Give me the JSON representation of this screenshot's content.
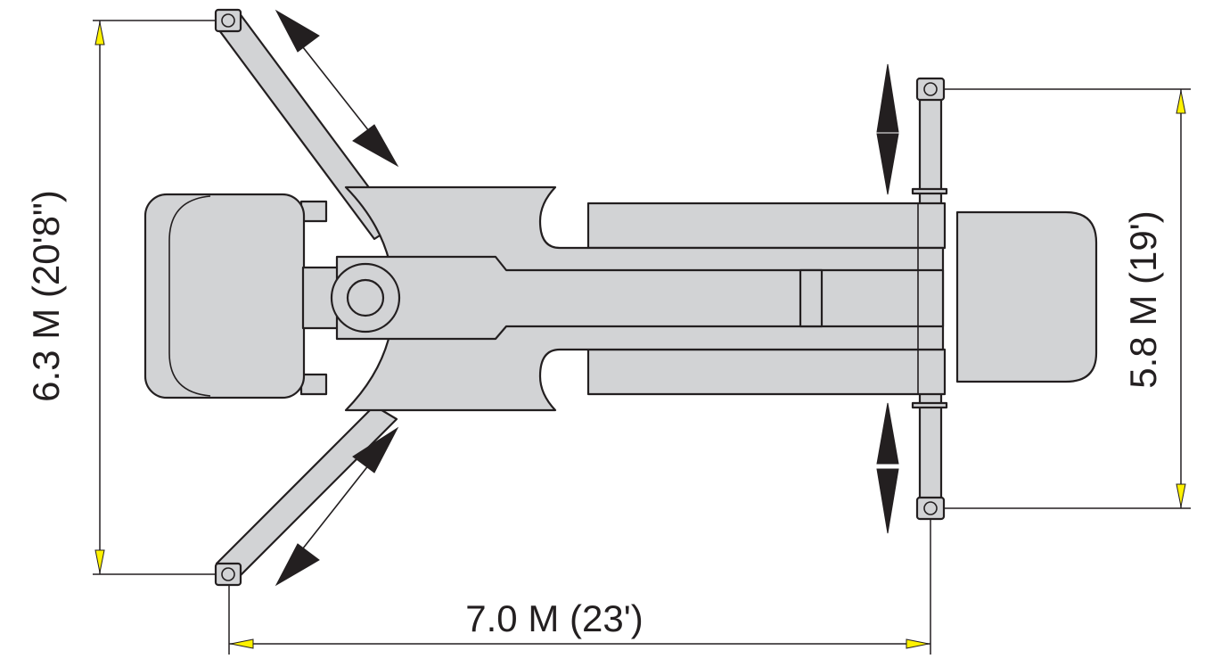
{
  "dimensions": {
    "height_left": "6.3 M (20'8\")",
    "height_right": "5.8 M (19')",
    "length_bottom": "7.0 M (23')"
  },
  "colors": {
    "machine_fill": "#d2d3d5",
    "outline": "#231f20",
    "dimension_arrowhead": "#fff200"
  }
}
